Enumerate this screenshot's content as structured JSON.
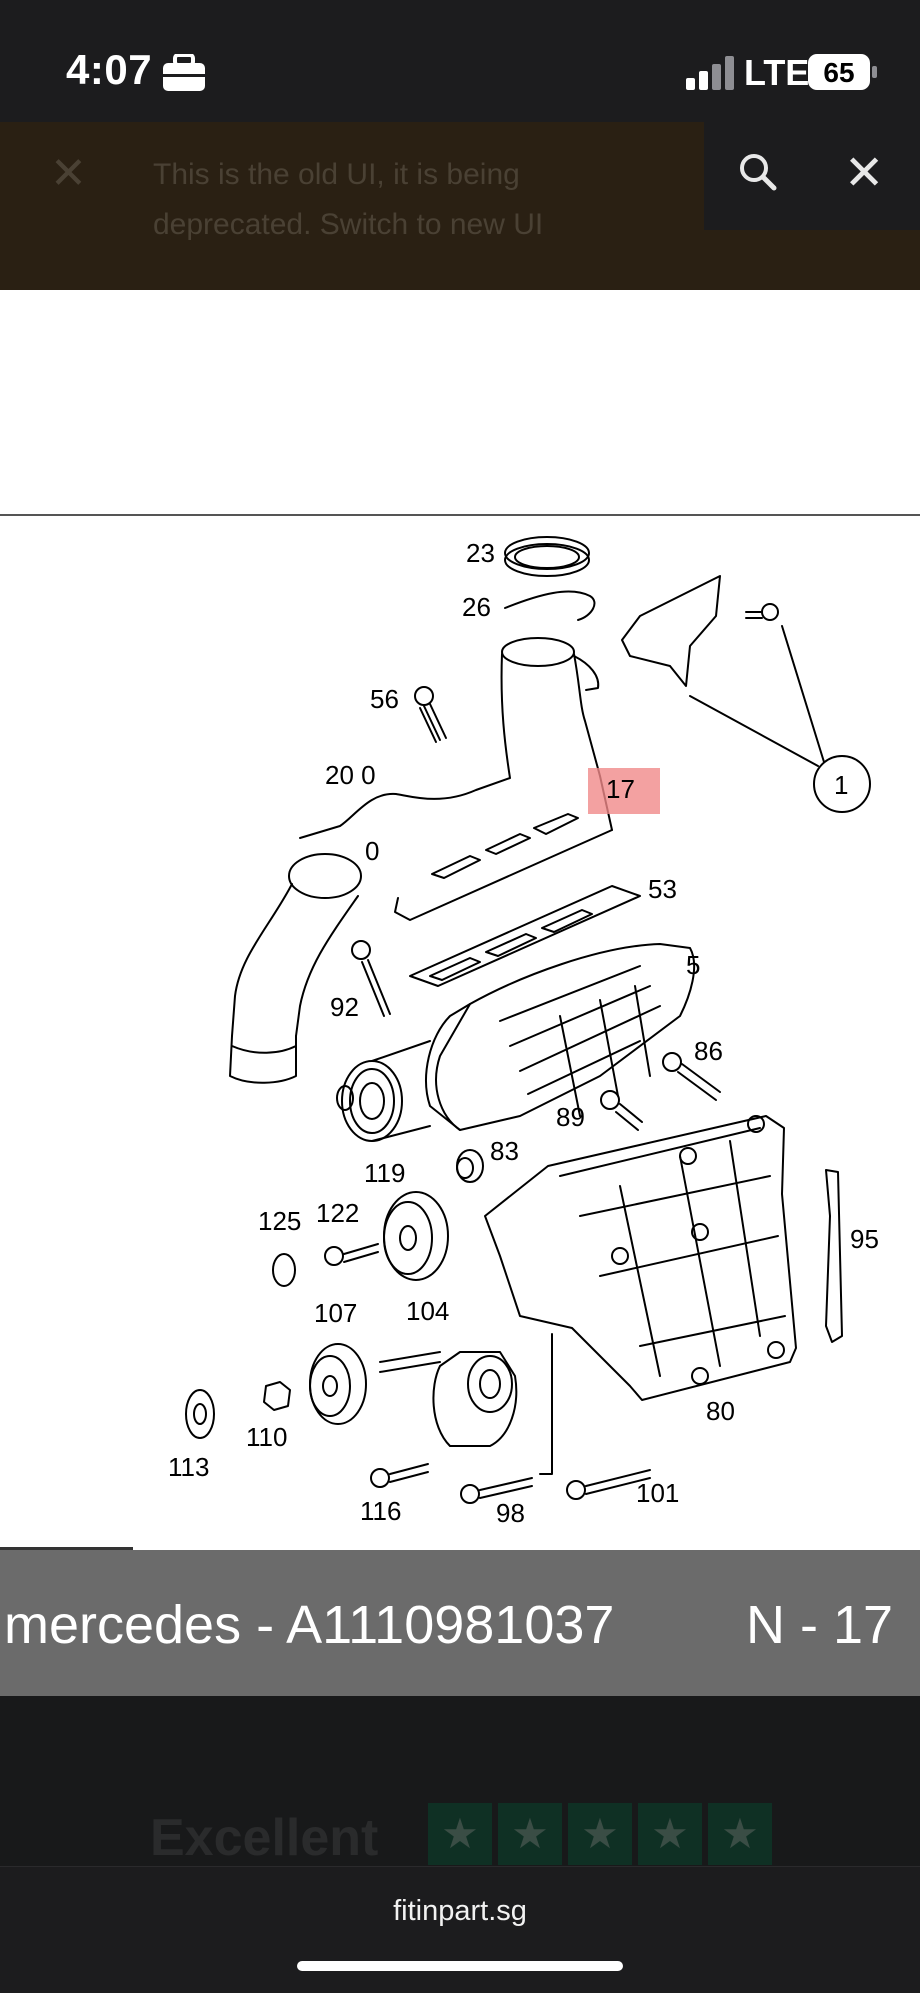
{
  "status_bar": {
    "time": "4:07",
    "network": "LTE",
    "battery": "65"
  },
  "banner": {
    "message": "This is the old UI, it is being deprecated. Switch to new UI"
  },
  "diagram": {
    "callouts": [
      "23",
      "26",
      "56",
      "20 0",
      "17",
      "1",
      "0",
      "53",
      "5",
      "92",
      "86",
      "89",
      "119",
      "83",
      "125",
      "122",
      "95",
      "107",
      "104",
      "113",
      "110",
      "80",
      "116",
      "98",
      "101"
    ],
    "highlighted_callout": "17",
    "highlight_color": "#f08a8a"
  },
  "caption": {
    "part": "mercedes - A1110981037",
    "position": "N - 17"
  },
  "rating": {
    "faded_label": "Excellent",
    "stars": 5
  },
  "browser": {
    "url": "fitinpart.sg"
  }
}
